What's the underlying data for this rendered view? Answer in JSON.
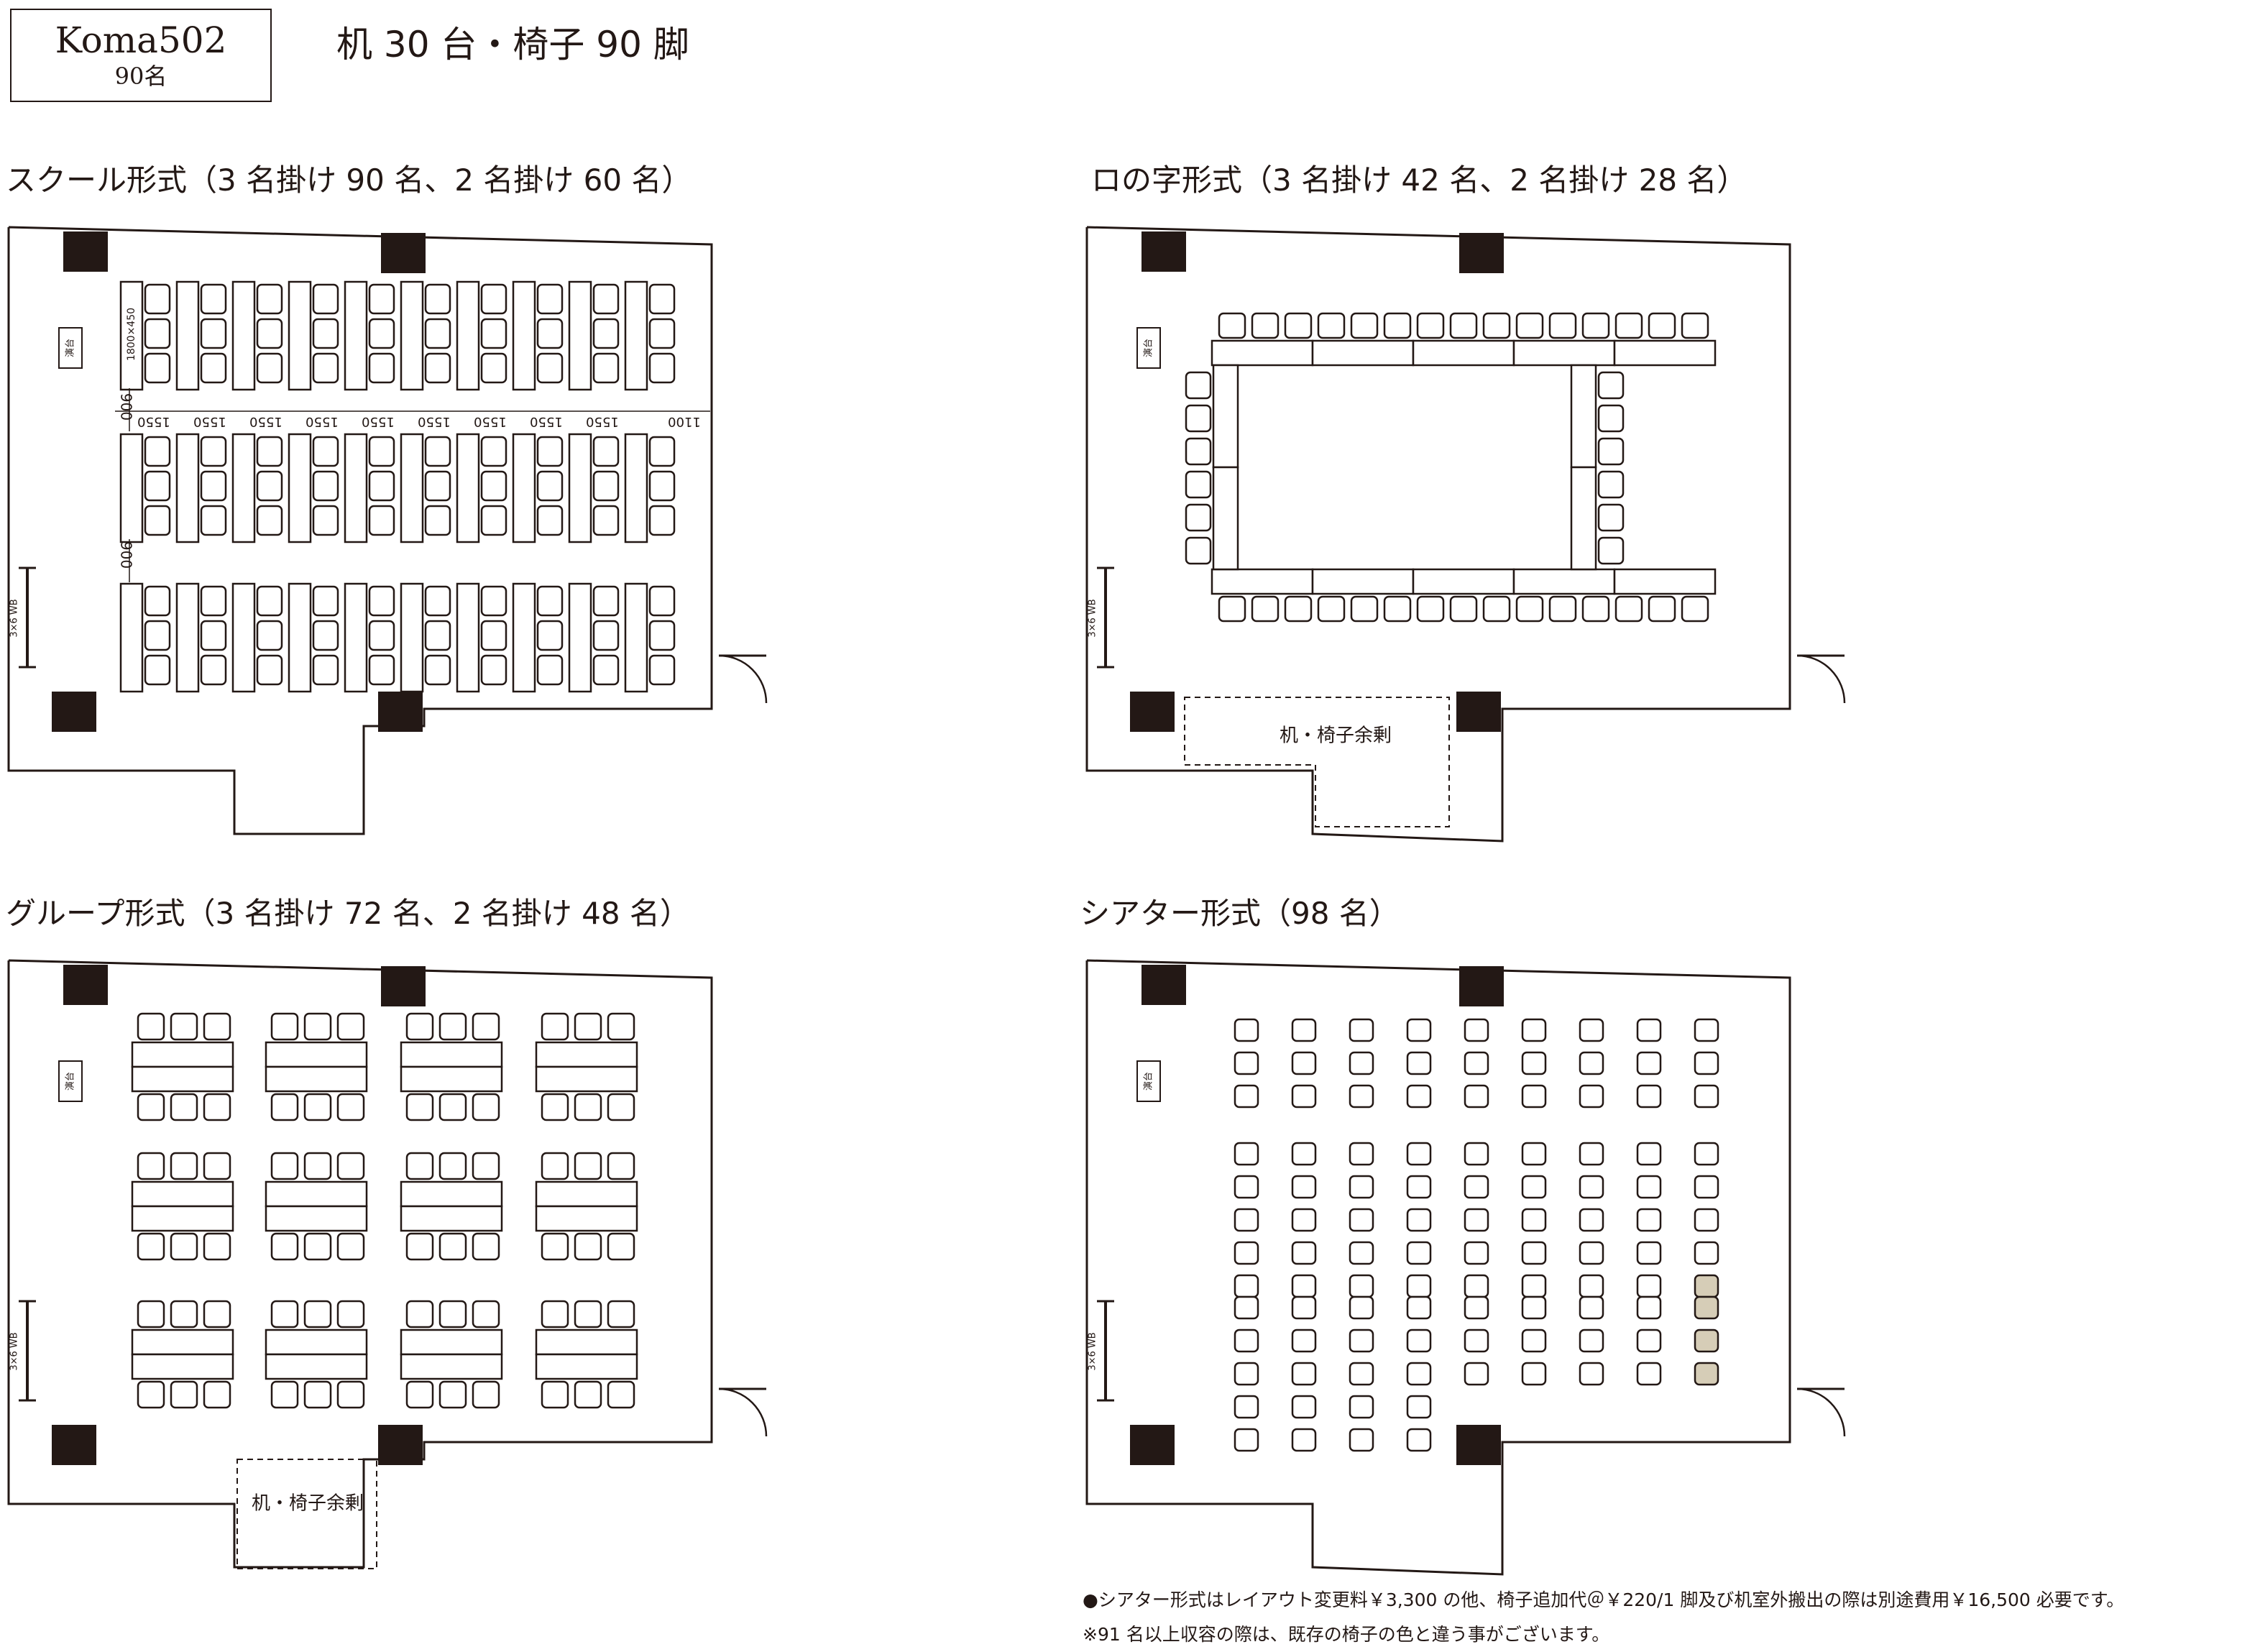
{
  "header": {
    "room_name": "Koma502",
    "room_capacity": "90名",
    "equipment": "机 30 台・椅子 90 脚"
  },
  "layouts": {
    "school": {
      "title": "スクール形式（3 名掛け 90 名、2 名掛け 60 名）",
      "podium": "演台",
      "whiteboard": "3×6 WB",
      "desk_size": "1800×450",
      "gap_row": "900",
      "gap_col": "1550",
      "gap_end": "1100"
    },
    "hollow_square": {
      "title": "ロの字形式（3 名掛け 42 名、2 名掛け 28 名）",
      "podium": "演台",
      "whiteboard": "3×6 WB",
      "storage": "机・椅子余剰"
    },
    "group": {
      "title": "グループ形式（3 名掛け 72 名、2 名掛け 48 名）",
      "podium": "演台",
      "whiteboard": "3×6 WB",
      "storage": "机・椅子余剰"
    },
    "theater": {
      "title": "シアター形式（98 名）",
      "podium": "演台",
      "whiteboard": "3×6 WB"
    }
  },
  "notes": {
    "theater_fee": "●シアター形式はレイアウト変更料￥3,300 の他、椅子追加代＠￥220/1 脚及び机室外搬出の際は別途費用￥16,500 必要です。",
    "chair_color": "※91 名以上収容の際は、既存の椅子の色と違う事がございます。"
  },
  "colors": {
    "line": "#231815",
    "extra_chair": "#d6cdb7"
  }
}
